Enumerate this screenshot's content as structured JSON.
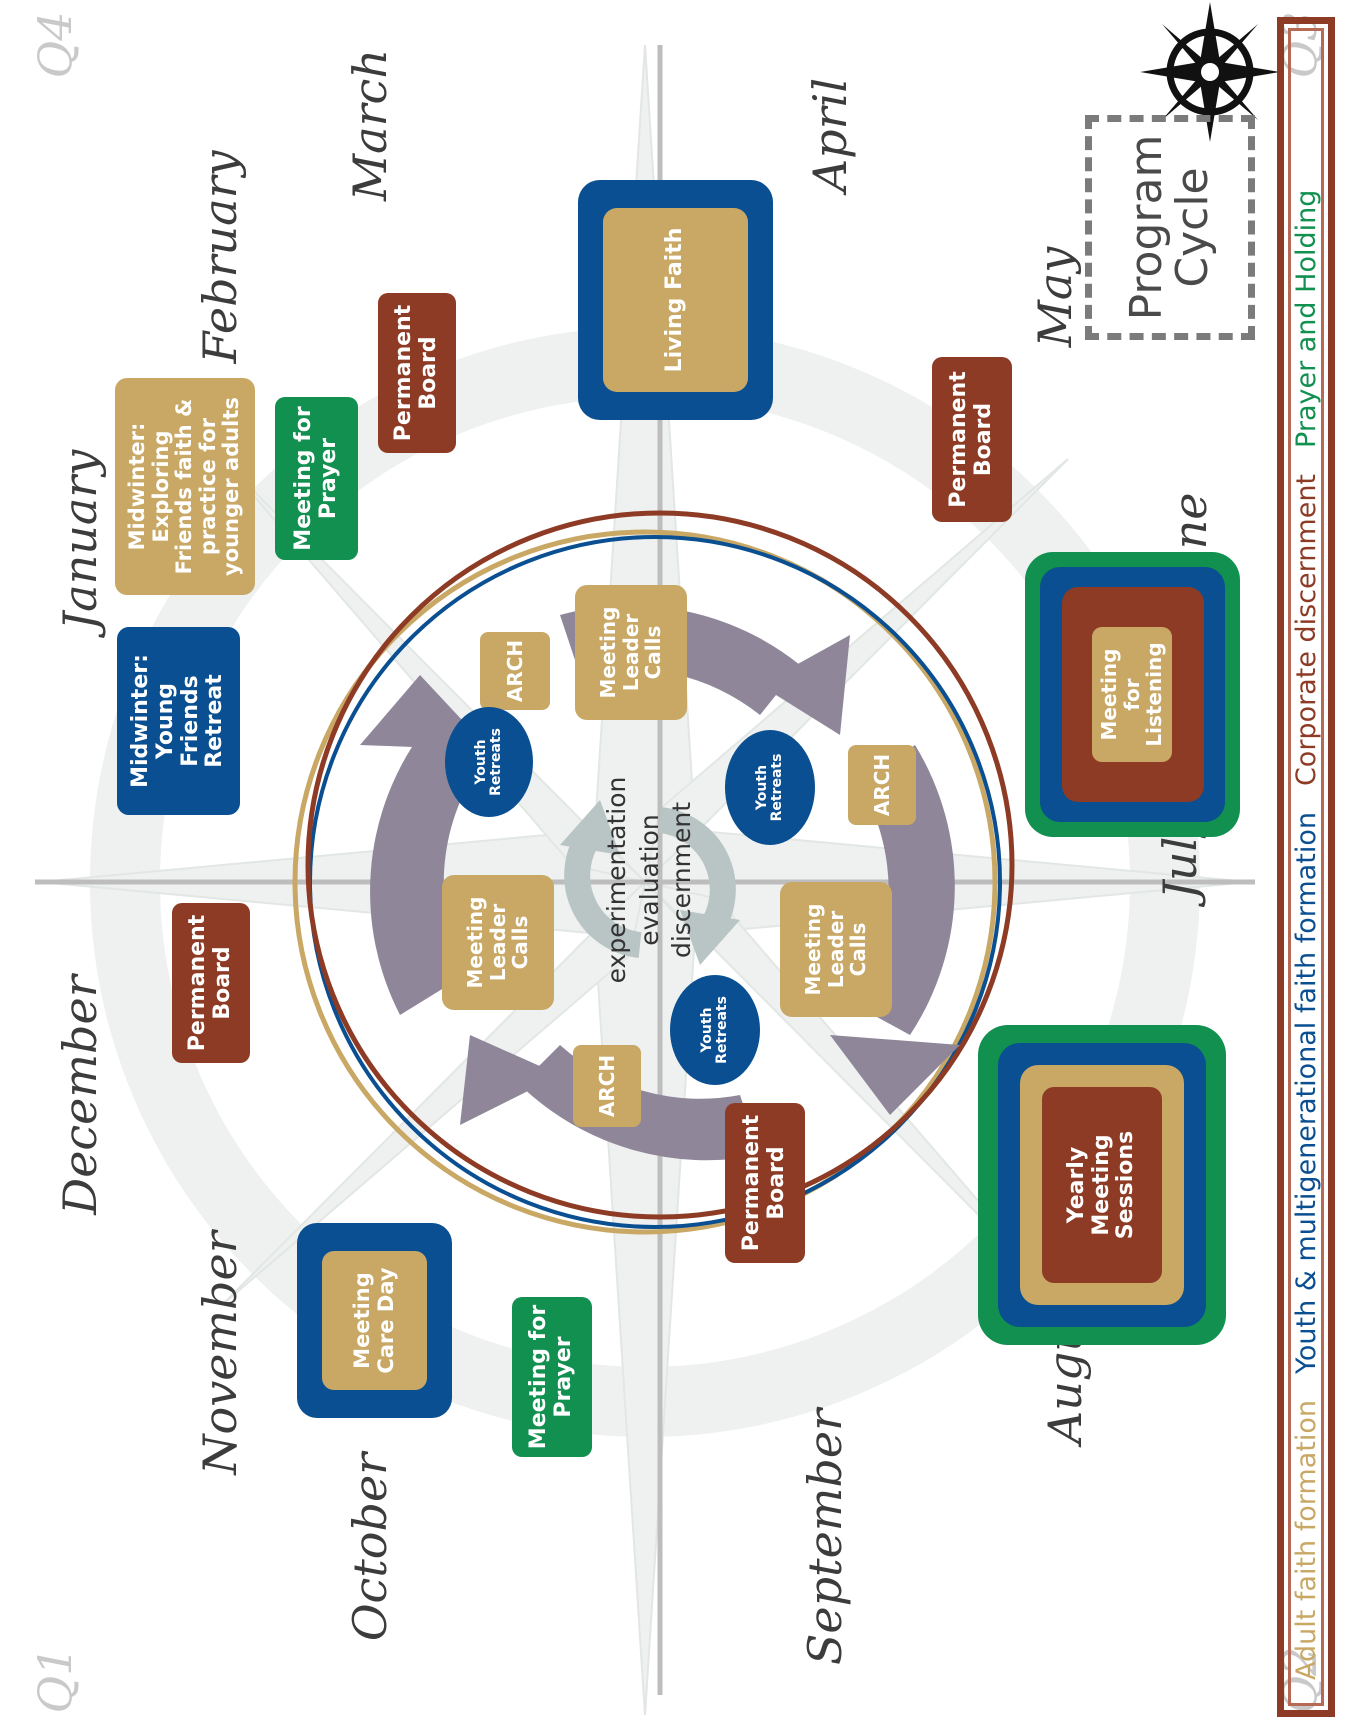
{
  "quarters": {
    "q1": "Q1",
    "q2": "Q2",
    "q3": "Q3",
    "q4": "Q4"
  },
  "months": {
    "january": "January",
    "february": "February",
    "march": "March",
    "april": "April",
    "may": "May",
    "june": "June",
    "july": "July",
    "august": "August",
    "september": "September",
    "october": "October",
    "november": "November",
    "december": "December"
  },
  "title": {
    "line1": "Program",
    "line2": "Cycle"
  },
  "center": {
    "line1": "experimentation",
    "line2": "evaluation",
    "line3": "discernment"
  },
  "events": {
    "midwinter_young_friends": "Midwinter: Young Friends Retreat",
    "midwinter_exploring": "Midwinter: Exploring Friends faith & practice for younger adults",
    "meeting_for_prayer_jan": "Meeting for Prayer",
    "permanent_board_feb": "Permanent Board",
    "living_faith": "Living Faith",
    "permanent_board_may": "Permanent Board",
    "meeting_for_listening": "Meeting for Listening",
    "yearly_meeting_sessions": "Yearly Meeting Sessions",
    "permanent_board_sep": "Permanent Board",
    "meeting_for_prayer_oct": "Meeting for Prayer",
    "meeting_care_day": "Meeting Care Day",
    "permanent_board_dec": "Permanent Board"
  },
  "cycle": {
    "arch": "ARCH",
    "meeting_leader_calls": "Meeting Leader Calls",
    "youth_retreats": "Youth Retreats"
  },
  "legend": {
    "adult": "Adult faith formation",
    "youth": "Youth & multigenerational faith formation",
    "corporate": "Corporate discernment",
    "prayer": "Prayer and Holding"
  },
  "colors": {
    "adult": "#c8a864",
    "youth": "#0a4f91",
    "corporate": "#8e3b25",
    "prayer": "#119050",
    "cycle_arrow": "#8f8799"
  },
  "icons": {
    "compass": "compass-rose-icon"
  }
}
